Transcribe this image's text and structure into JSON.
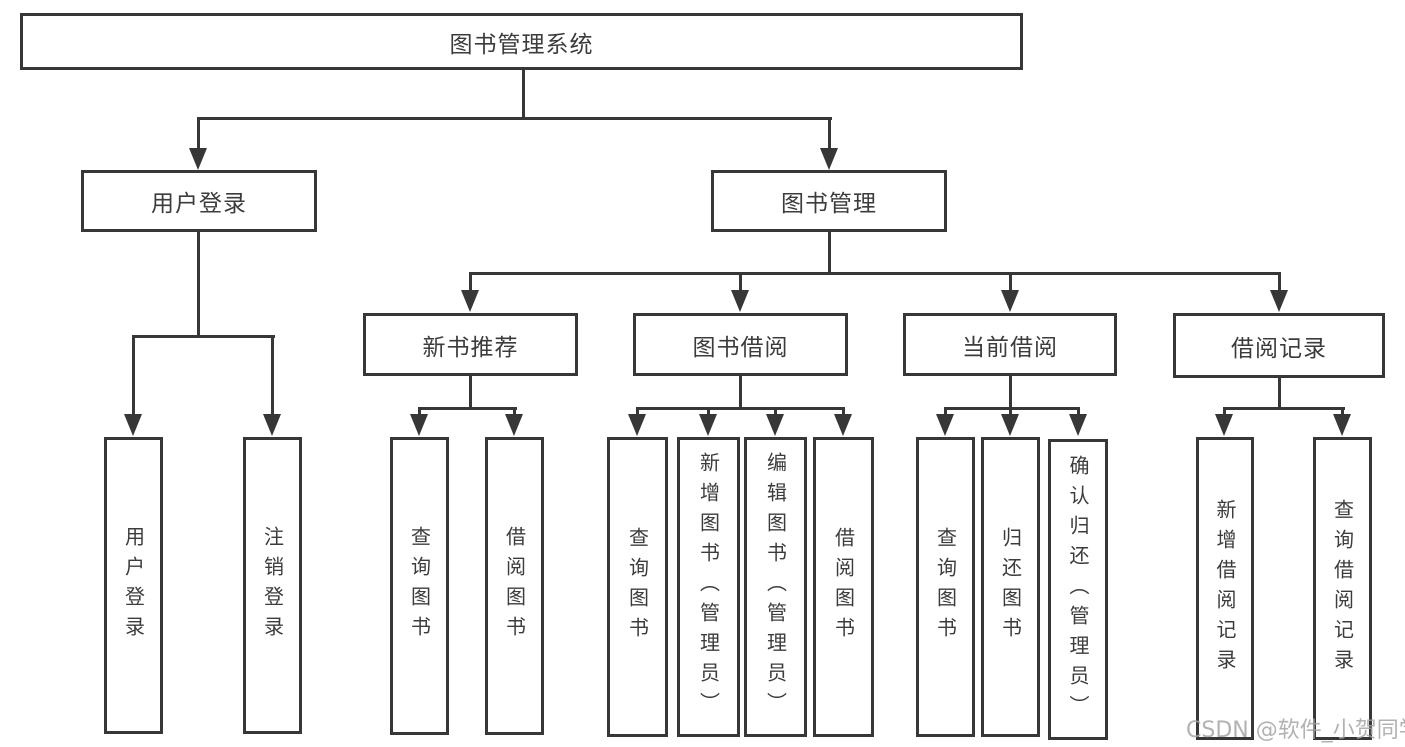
{
  "tree": {
    "label": "图书管理系统",
    "children": [
      {
        "label": "用户登录",
        "children": [
          {
            "label": "用户登录"
          },
          {
            "label": "注销登录"
          }
        ]
      },
      {
        "label": "图书管理",
        "children": [
          {
            "label": "新书推荐",
            "children": [
              {
                "label": "查询图书"
              },
              {
                "label": "借阅图书"
              }
            ]
          },
          {
            "label": "图书借阅",
            "children": [
              {
                "label": "查询图书"
              },
              {
                "label": "新增图书（管理员）"
              },
              {
                "label": "编辑图书（管理员）"
              },
              {
                "label": "借阅图书"
              }
            ]
          },
          {
            "label": "当前借阅",
            "children": [
              {
                "label": "查询图书"
              },
              {
                "label": "归还图书"
              },
              {
                "label": "确认归还（管理员）"
              }
            ]
          },
          {
            "label": "借阅记录",
            "children": [
              {
                "label": "新增借阅记录"
              },
              {
                "label": "查询借阅记录"
              }
            ]
          }
        ]
      }
    ]
  },
  "watermark": {
    "text": "CSDN @软件_小贺同学"
  },
  "colors": {
    "line": "#373737",
    "text": "#3c3c3c",
    "bg": "#ffffff",
    "watermark": "#a5a5a5"
  }
}
